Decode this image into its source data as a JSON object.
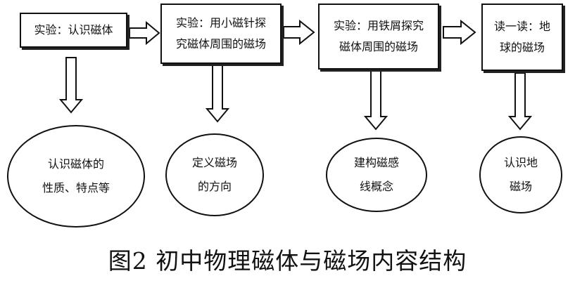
{
  "boxes": [
    {
      "text": "实验：认识磁体"
    },
    {
      "text": "实验：用小磁针探\n究磁体周围的磁场"
    },
    {
      "text": "实验：用铁屑探究\n磁体周围的磁场"
    },
    {
      "text": "读一读：地\n球的磁场"
    }
  ],
  "ellipses": [
    {
      "text": "认识磁体的\n性质、特点等"
    },
    {
      "text": "定义磁场\n的方向"
    },
    {
      "text": "建构磁感\n线概念"
    },
    {
      "text": "认识地\n磁场"
    }
  ],
  "caption": "图2   初中物理磁体与磁场内容结构"
}
